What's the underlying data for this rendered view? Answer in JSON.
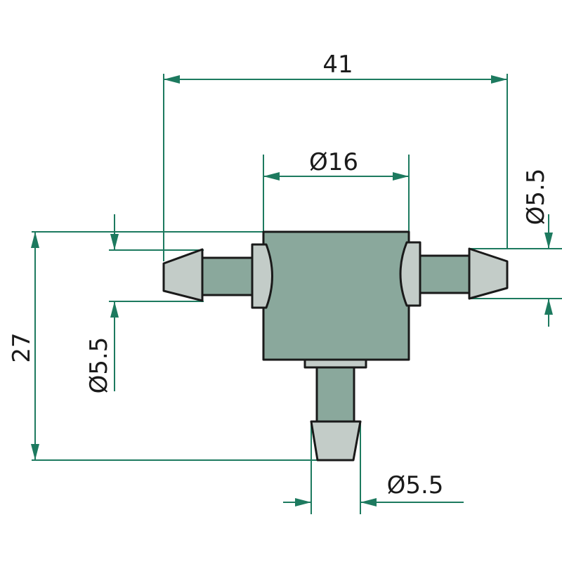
{
  "drawing": {
    "title": "T-connector dimensions",
    "dimensions": {
      "overall_width": "41",
      "body_diameter": "Ø16",
      "right_port_diameter": "Ø5.5",
      "left_port_diameter": "Ø5.5",
      "overall_height": "27",
      "bottom_port_diameter": "Ø5.5"
    },
    "colors": {
      "body": "#8aa89c",
      "caps": "#c3ccc8",
      "dimension_lines": "#1d7a5f"
    }
  }
}
